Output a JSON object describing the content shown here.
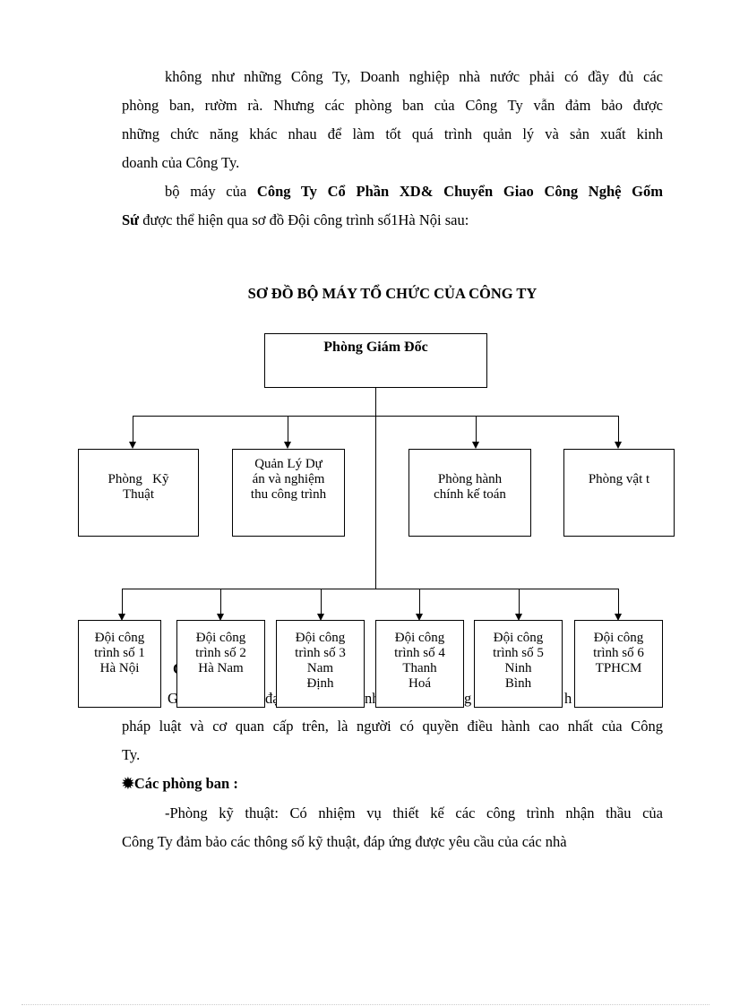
{
  "paragraphs": {
    "p1_l1": "không như những Công Ty, Doanh nghiệp nhà nước phải có đầy đủ các",
    "p1_l2": "phòng ban, rườm rà. Nhưng các phòng ban của Công Ty vẫn đảm bảo được",
    "p1_l3": "những chức năng khác nhau để làm tốt quá trình quản lý và sản xuất kinh",
    "p1_l4": "doanh của Công Ty.",
    "p2_pre": "bộ máy của ",
    "p2_bold1": "Công Ty Cổ Phần XD& Chuyển Giao Công Nghệ Gốm",
    "p2_bold2": "Sứ",
    "p2_post": " được thể hiện qua sơ đồ Đội công trình số1Hà Nội sau:"
  },
  "chart_title": "SƠ ĐỒ BỘ MÁY TỔ CHỨC CỦA CÔNG TY",
  "org": {
    "root": "Phòng Giám Đốc",
    "departments": [
      [
        "Phòng   Kỹ",
        "Thuật"
      ],
      [
        "Quản Lý Dự",
        "án và nghiệm",
        "thu công trình"
      ],
      [
        "Phòng hành",
        "chính kế toán"
      ],
      [
        "Phòng vật t"
      ]
    ],
    "teams": [
      [
        "Đội công",
        "trình số 1",
        "Hà Nội"
      ],
      [
        "Đội công",
        "trình số 2",
        "Hà Nam"
      ],
      [
        "Đội công",
        "trình số 3",
        "Nam",
        "Định"
      ],
      [
        "Đội công",
        "trình số 4",
        "Thanh",
        "Hoá"
      ],
      [
        "Đội công",
        "trình số 5",
        "Ninh",
        "Bình"
      ],
      [
        "Đội công",
        "trình số 6",
        "TPHCM"
      ]
    ]
  },
  "hidden_fragments": {
    "f1": "C",
    "f2": "G",
    "f3": "đạ",
    "f4": "nh",
    "f5": "g",
    "f6": "h"
  },
  "lower": {
    "l1": "pháp luật và cơ quan cấp trên, là người có quyền điều hành cao nhất của Công",
    "l2": "Ty.",
    "heading_bullet": "✹",
    "heading": "Các phòng ban :",
    "d1": "-Phòng kỹ thuật: Có nhiệm vụ thiết kế các công trình nhận thầu của",
    "d2": "Công Ty đảm bảo các thông số kỹ thuật, đáp ứng được yêu cầu của các nhà"
  }
}
